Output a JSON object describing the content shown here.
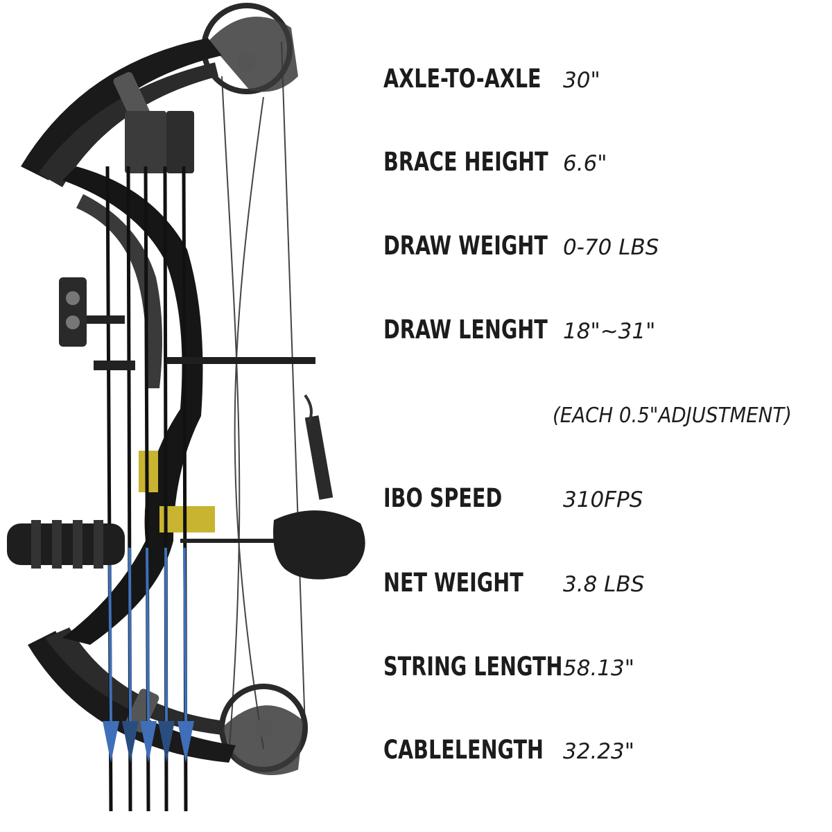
{
  "specs": [
    {
      "label": "AXLE-TO-AXLE",
      "value": "30\""
    },
    {
      "label": "BRACE HEIGHT",
      "value": "6.6\""
    },
    {
      "label": "DRAW WEIGHT",
      "value": "0-70 LBS"
    },
    {
      "label": "DRAW LENGHT",
      "value": "18\"~31\""
    },
    {
      "label": "IBO SPEED",
      "value": "310FPS"
    },
    {
      "label": "NET WEIGHT",
      "value": "3.8 LBS"
    },
    {
      "label": "STRING LENGTH",
      "value": "58.13\""
    },
    {
      "label": "CABLELENGTH",
      "value": "32.23\""
    }
  ],
  "draw_length_note": "(EACH 0.5\"ADJUSTMENT)",
  "colors": {
    "text": "#1c1c1c",
    "bow": "#1a1a1a",
    "arrow_accent": "#3f6fb8"
  }
}
